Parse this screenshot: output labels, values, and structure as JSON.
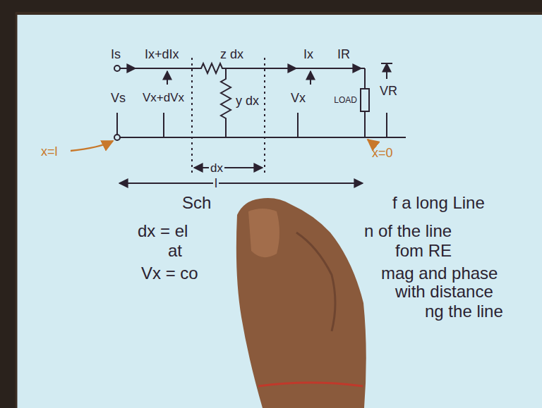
{
  "diagram": {
    "nodes": [
      {
        "text": [
          "LOAD"
        ]
      }
    ],
    "labels": [
      "Is",
      "Ix+dIx",
      "z dx",
      "Ix",
      "IR",
      "Vs",
      "Vx+dVx",
      "y dx",
      "Vx",
      "VR",
      "x=l",
      "dx",
      "x=0",
      "l",
      "Sch",
      "f a long Line",
      "dx = el",
      "n of the line",
      "at",
      "fom RE",
      "Vx = co",
      "mag and phase",
      "with distance",
      "ng the line"
    ]
  }
}
